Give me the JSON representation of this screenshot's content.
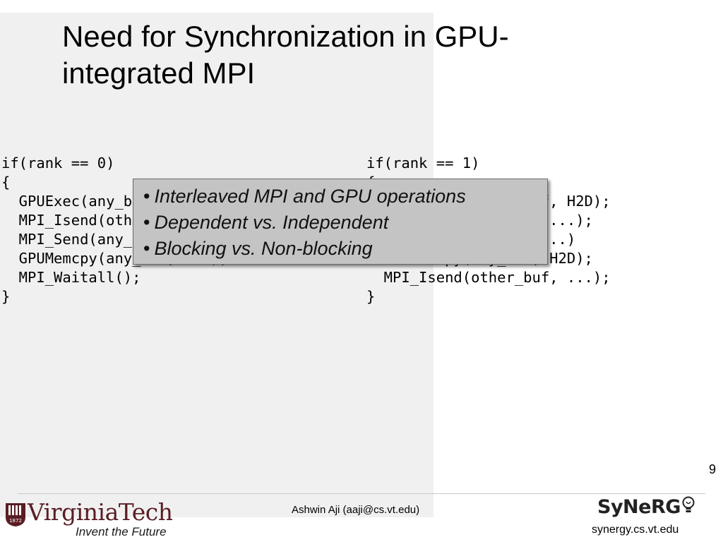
{
  "slide": {
    "title": "Need for Synchronization in GPU-integrated MPI",
    "page_number": "9",
    "code_left": [
      "if(rank == 0)",
      "{",
      "  GPUExec(any_buf, ...);",
      "  MPI_Isend(other_buf, ...);",
      "  MPI_Send(any_buf, ...);",
      "  GPUMemcpy(any_buf, H2D);",
      "  MPI_Waitall();",
      "}"
    ],
    "code_right": [
      "if(rank == 1)",
      "{",
      "  GPUMemcpy(other_buf, H2D);",
      "  GPUExec(other_buf, ...);",
      "  MPI_Recv(any_buf, ...)",
      "  GPUMemcpy(any_buf, H2D);",
      "  MPI_Isend(other_buf, ...);",
      "}"
    ],
    "callout_bullets": [
      "Interleaved MPI and GPU operations",
      "Dependent vs. Independent",
      "Blocking vs. Non-blocking"
    ]
  },
  "footer": {
    "author": "Ashwin Aji (aaji@cs.vt.edu)",
    "vt_name": "VirginiaTech",
    "vt_tagline": "Invent the Future",
    "vt_shield_year": "1872",
    "synerg_name": "SyNeRG",
    "synerg_url": "synergy.cs.vt.edu"
  },
  "colors": {
    "vt_maroon": "#5a1d24",
    "callout_bg": "#c4c4c4",
    "panel_bg": "#f0f0f0"
  },
  "icons": [
    "vt-shield-icon",
    "lightbulb-icon"
  ]
}
